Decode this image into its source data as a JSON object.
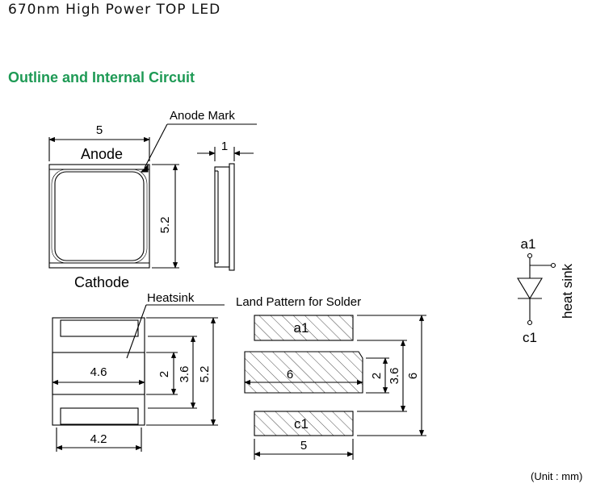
{
  "page": {
    "title": "670nm High Power TOP LED",
    "section_title": "Outline and Internal Circuit"
  },
  "top_view": {
    "width_label": "5",
    "height_label": "5.2",
    "anode_label": "Anode",
    "cathode_label": "Cathode",
    "anode_mark_label": "Anode Mark"
  },
  "side_view": {
    "thickness_label": "1"
  },
  "bottom_view": {
    "heatsink_label": "Heatsink",
    "heatsink_width_label": "4.6",
    "heatsink_height_label": "2",
    "pad_span_label": "3.6",
    "height_label": "5.2",
    "bottom_width_label": "4.2"
  },
  "land_pattern": {
    "title": "Land Pattern for Solder",
    "pad_a_label": "a1",
    "center_label": "6",
    "pad_c_label": "c1",
    "center_height_label": "2",
    "span_label": "3.6",
    "total_height_label": "6",
    "width_label": "5"
  },
  "circuit": {
    "anode_label": "a1",
    "cathode_label": "c1",
    "heatsink_label": "heat sink"
  },
  "unit_note": "(Unit : mm)",
  "colors": {
    "accent": "#1e9a55"
  }
}
